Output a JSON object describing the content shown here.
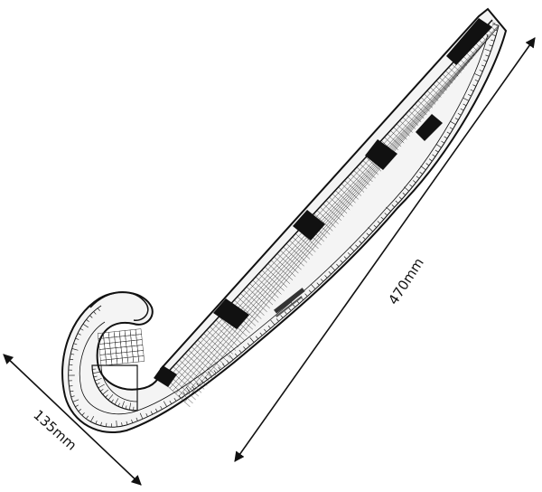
{
  "product": {
    "name": "french-curve-ruler",
    "colors": {
      "ink": "#111111",
      "body": "#f2f2f2",
      "grid": "#333333",
      "background": "#ffffff"
    }
  },
  "dimensions": {
    "length_label": "470mm",
    "width_label": "135mm"
  }
}
